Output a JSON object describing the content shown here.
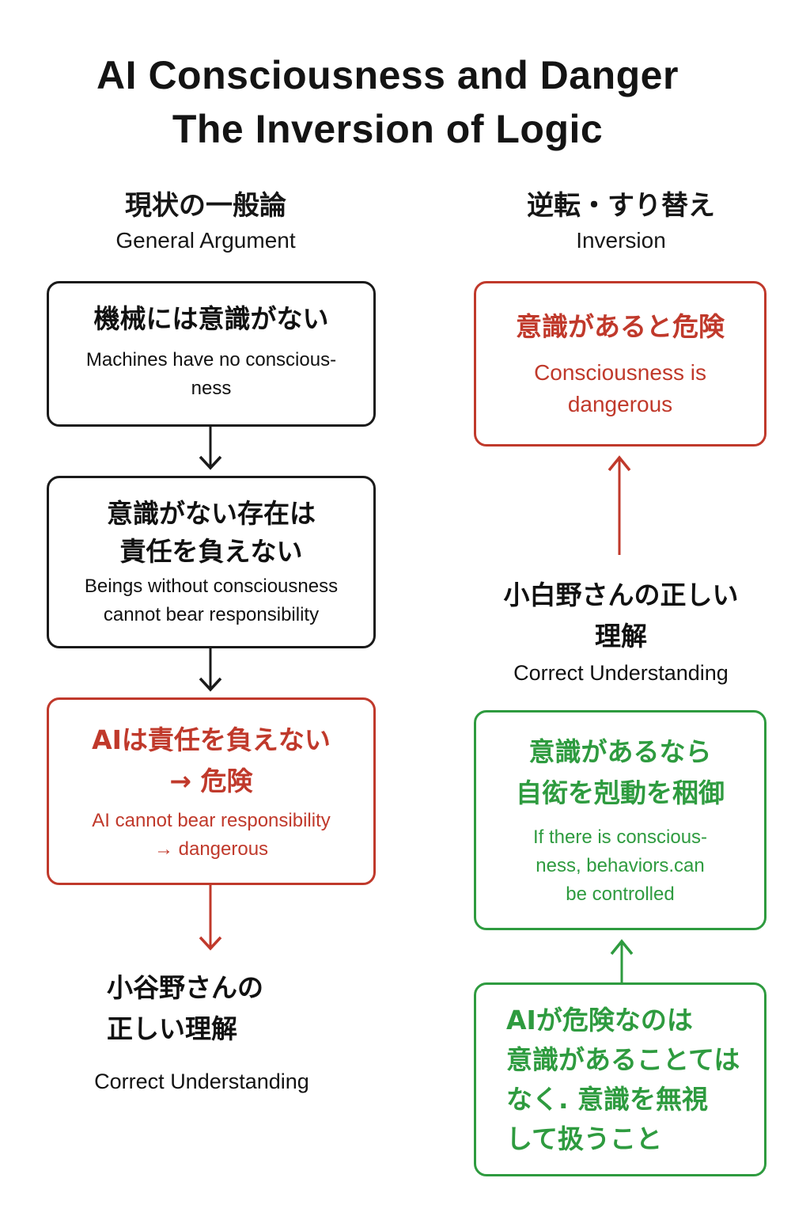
{
  "title": {
    "line1": "AI Consciousness and Danger",
    "line2": "The Inversion of Logic"
  },
  "left_column": {
    "heading_jp": "現状の一般論",
    "heading_en": "General Argument",
    "boxes": [
      {
        "jp": "機械には意識がない",
        "en": "Machines have no conscious-\nness",
        "style": "black"
      },
      {
        "jp": "意識がない存在は\n責任を負えない",
        "en": "Beings without consciousness\ncannot bear responsibility",
        "style": "black"
      },
      {
        "jp": "AIは責任を負えない\n→ 危険",
        "en": "AI cannot bear responsibility\n→ dangerous",
        "style": "red"
      }
    ],
    "conclusion_jp": "小谷野さんの\n正しい理解",
    "conclusion_en": "Correct Understanding"
  },
  "right_column": {
    "heading_jp": "逆転・すり替え",
    "heading_en": "Inversion",
    "top_box": {
      "jp": "意識があると危険",
      "en": "Consciousness is\ndangerous",
      "style": "red"
    },
    "middle_label_jp": "小白野さんの正しい\n理解",
    "middle_label_en": "Correct Understanding",
    "green_box_1": {
      "jp": "意識があるなら\n自衒を剋動を秵御",
      "en": "If there is conscious-\nness, behaviors.can\nbe controlled",
      "style": "green"
    },
    "green_box_2": {
      "jp": "AIが危険なのは\n意識があることては\nなく. 意識を無視\nして扱うこと",
      "style": "green"
    }
  },
  "colors": {
    "black": "#1a1a1a",
    "red": "#c0392b",
    "green": "#2e9b3f"
  },
  "arrows": [
    {
      "from": "left-box-1",
      "to": "left-box-2",
      "direction": "down",
      "color": "black"
    },
    {
      "from": "left-box-2",
      "to": "left-box-3",
      "direction": "down",
      "color": "black"
    },
    {
      "from": "left-box-3",
      "to": "left-conclusion",
      "direction": "down",
      "color": "red"
    },
    {
      "from": "right-middle-label",
      "to": "right-top-box",
      "direction": "up",
      "color": "red"
    },
    {
      "from": "right-green-box-2",
      "to": "right-green-box-1",
      "direction": "up",
      "color": "green"
    }
  ]
}
